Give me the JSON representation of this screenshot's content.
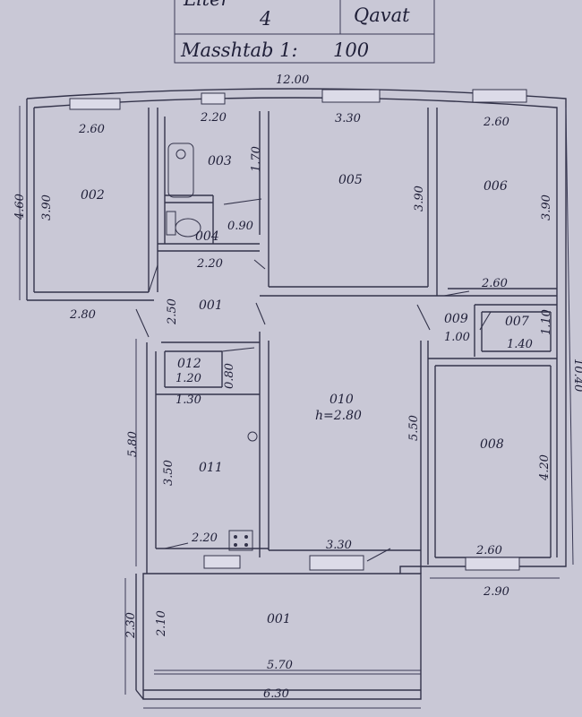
{
  "header": {
    "liter_label": "Liter",
    "floor_number": "4",
    "floor_label": "Qavat",
    "scale_label": "Masshtab 1:",
    "scale_value": "100"
  },
  "rooms": {
    "r001_top": "001",
    "r001_bottom": "001",
    "r002": "002",
    "r003": "003",
    "r004": "004",
    "r005": "005",
    "r006": "006",
    "r007": "007",
    "r008": "008",
    "r009": "009",
    "r010": "010",
    "r010_height": "h=2.80",
    "r011": "011",
    "r012": "012"
  },
  "dimensions": {
    "overall_width": "12.00",
    "overall_height": "10.40",
    "d002_width": "2.60",
    "d002_height": "3.90",
    "d002_outer_height": "4.60",
    "d002_bottom": "2.80",
    "d003_width": "2.20",
    "d003_height": "1.70",
    "d004_width": "0.90",
    "d003_bottom": "2.20",
    "d005_width": "3.30",
    "d005_height": "3.90",
    "d006_width": "2.60",
    "d006_height": "3.90",
    "d006_bottom": "2.60",
    "d001_height": "2.50",
    "d009_width": "1.00",
    "d007_width": "1.40",
    "d007_height": "1.10",
    "d012_width": "1.20",
    "d012_height": "0.80",
    "d012_outer": "1.30",
    "d011_outer_height": "5.80",
    "d011_height": "3.50",
    "d010_height": "5.50",
    "d008_height": "4.20",
    "d011_bottom": "2.20",
    "d010_bottom": "3.30",
    "d008_bottom": "2.60",
    "d008_outer": "2.90",
    "d001b_outer_height": "2.30",
    "d001b_height": "2.10",
    "d001b_width": "5.70",
    "d001b_outer_width": "6.30"
  },
  "colors": {
    "paper": "#c9c8d6",
    "ink": "#1f1f38"
  }
}
